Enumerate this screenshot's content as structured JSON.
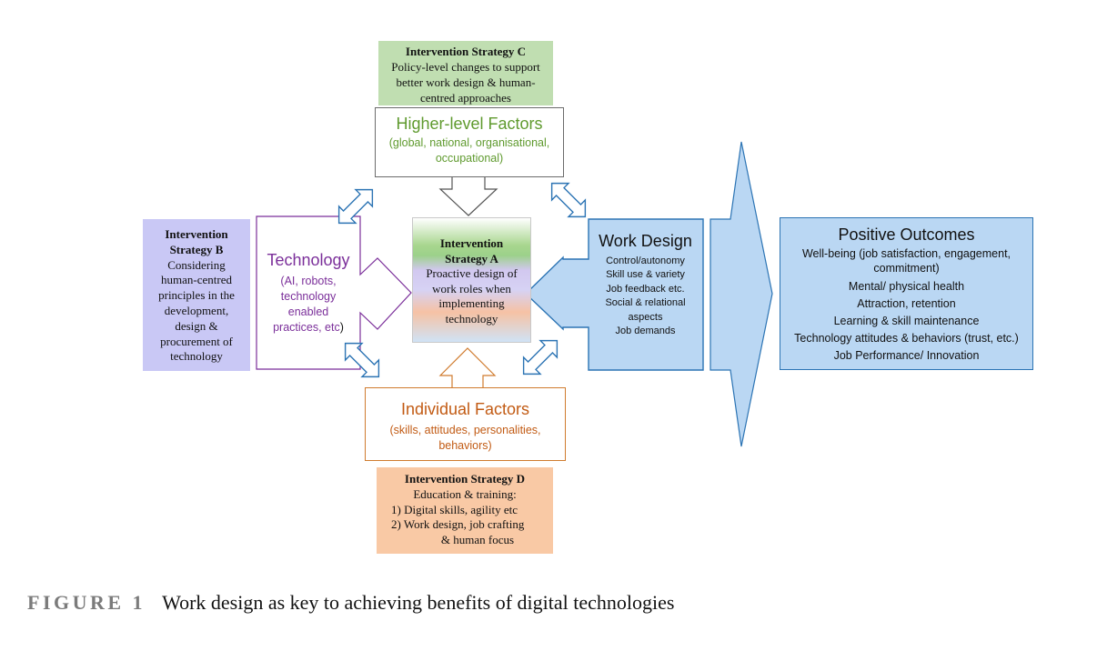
{
  "strategy_c": {
    "title": "Intervention Strategy C",
    "lines": [
      "Policy-level changes to support",
      "better work design & human-",
      "centred approaches"
    ]
  },
  "higher_level": {
    "title": "Higher-level Factors",
    "lines": [
      "(global, national, organisational,",
      "occupational)"
    ]
  },
  "strategy_b": {
    "title_lines": [
      "Intervention",
      "Strategy B"
    ],
    "lines": [
      "Considering",
      "human-centred",
      "principles in the",
      "development,",
      "design &",
      "procurement of",
      "technology"
    ]
  },
  "technology": {
    "title": "Technology",
    "lines": [
      "(AI, robots,",
      "technology",
      "enabled",
      "practices, etc"
    ],
    "closing": ")"
  },
  "strategy_a": {
    "title_lines": [
      "Intervention",
      "Strategy A"
    ],
    "lines": [
      "Proactive design of",
      "work roles when",
      "implementing",
      "technology"
    ]
  },
  "work_design": {
    "title": "Work Design",
    "lines": [
      "Control/autonomy",
      "Skill use & variety",
      "Job feedback etc.",
      "Social & relational",
      "aspects",
      "Job demands"
    ]
  },
  "outcomes": {
    "title": "Positive Outcomes",
    "lines": [
      "Well-being (job satisfaction, engagement,",
      "commitment)",
      "Mental/ physical health",
      "Attraction, retention",
      "Learning & skill maintenance",
      "Technology attitudes & behaviors (trust, etc.)",
      "Job Performance/ Innovation"
    ]
  },
  "individual": {
    "title": "Individual Factors",
    "lines": [
      "(skills, attitudes, personalities,",
      "behaviors)"
    ]
  },
  "strategy_d": {
    "title": "Intervention Strategy D",
    "intro": "Education & training:",
    "items": [
      "1)   Digital skills, agility etc",
      "2)   Work design, job crafting",
      "& human focus"
    ]
  },
  "caption": {
    "label": "FIGURE 1",
    "text": "Work design as key to achieving benefits of digital technologies"
  },
  "colors": {
    "green_text": "#5f9a2e",
    "purple_text": "#7b2f9a",
    "orange_text": "#c25b14",
    "arrow_fill": "#bad7f3",
    "arrow_stroke": "#2c74b4"
  }
}
